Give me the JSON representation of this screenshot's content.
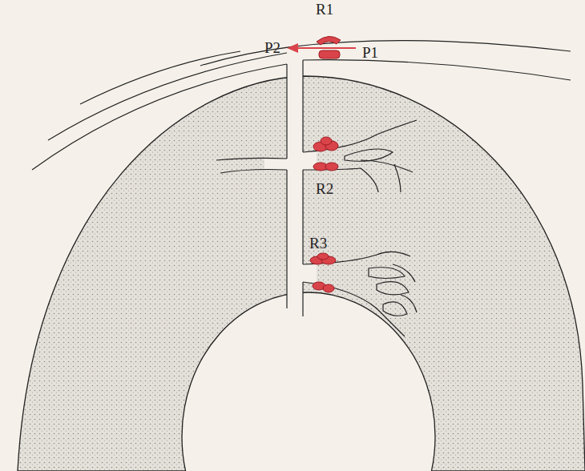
{
  "diagram": {
    "labels": [
      "R1",
      "P2",
      "P1",
      "R2",
      "R3"
    ]
  }
}
